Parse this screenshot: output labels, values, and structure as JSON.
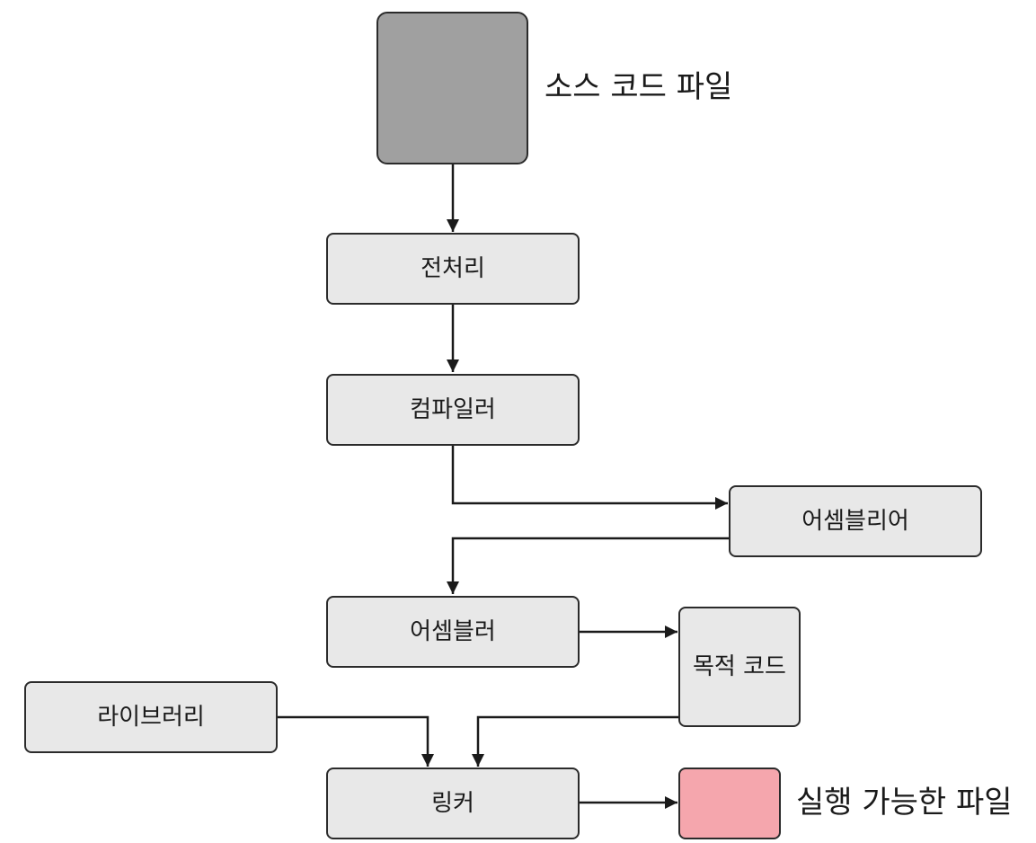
{
  "diagram": {
    "nodes": {
      "source_file": "",
      "preprocessor": "전처리",
      "compiler": "컴파일러",
      "assembly_language": "어셈블리어",
      "assembler": "어셈블러",
      "object_code": "목적 코드",
      "library": "라이브러리",
      "linker": "링커",
      "executable": ""
    },
    "captions": {
      "source_file": "소스 코드 파일",
      "executable": "실행 가능한 파일"
    },
    "edges": [
      {
        "from": "source_file",
        "to": "preprocessor"
      },
      {
        "from": "preprocessor",
        "to": "compiler"
      },
      {
        "from": "compiler",
        "to": "assembly_language"
      },
      {
        "from": "assembly_language",
        "to": "assembler"
      },
      {
        "from": "assembler",
        "to": "object_code"
      },
      {
        "from": "library",
        "to": "linker"
      },
      {
        "from": "object_code",
        "to": "linker"
      },
      {
        "from": "linker",
        "to": "executable"
      }
    ],
    "colors": {
      "source_fill": "#a0a0a0",
      "node_fill": "#e8e8e8",
      "executable_fill": "#f5a6ad",
      "stroke": "#2b2b2b"
    }
  }
}
